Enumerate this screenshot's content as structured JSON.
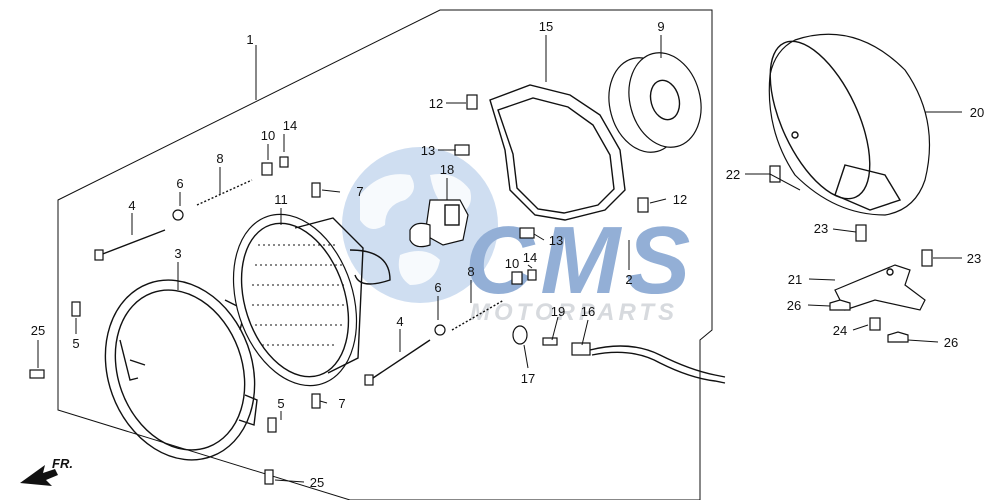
{
  "watermark": {
    "brand": "CMS",
    "subtitle": "MOTORPARTS",
    "colors": {
      "blue": "#3b6fb6",
      "light_blue": "#a9c4e6",
      "grey": "#b7bcc4"
    }
  },
  "direction_arrow": {
    "label": "FR.",
    "icon": "front-direction-arrow-icon"
  },
  "parts": [
    {
      "id": "p1",
      "number": "1",
      "name": "headlight-assembly-callout"
    },
    {
      "id": "p2",
      "number": "2",
      "name": "headlight-unit-callout"
    },
    {
      "id": "p3",
      "number": "3",
      "name": "headlight-rim-callout"
    },
    {
      "id": "p4a",
      "number": "4",
      "name": "adjusting-screw-callout"
    },
    {
      "id": "p4b",
      "number": "4",
      "name": "adjusting-screw-lower-callout"
    },
    {
      "id": "p5a",
      "number": "5",
      "name": "rim-screw-callout"
    },
    {
      "id": "p5b",
      "number": "5",
      "name": "rim-screw-lower-callout"
    },
    {
      "id": "p6a",
      "number": "6",
      "name": "washer-callout"
    },
    {
      "id": "p6b",
      "number": "6",
      "name": "washer-lower-callout"
    },
    {
      "id": "p7a",
      "number": "7",
      "name": "screw-callout"
    },
    {
      "id": "p7b",
      "number": "7",
      "name": "screw-lower-callout"
    },
    {
      "id": "p8a",
      "number": "8",
      "name": "spring-callout"
    },
    {
      "id": "p8b",
      "number": "8",
      "name": "spring-lower-callout"
    },
    {
      "id": "p9",
      "number": "9",
      "name": "bulb-socket-cover-callout"
    },
    {
      "id": "p10a",
      "number": "10",
      "name": "nut-callout"
    },
    {
      "id": "p10b",
      "number": "10",
      "name": "nut-lower-callout"
    },
    {
      "id": "p11",
      "number": "11",
      "name": "headlight-lens-callout"
    },
    {
      "id": "p12a",
      "number": "12",
      "name": "clip-callout"
    },
    {
      "id": "p12b",
      "number": "12",
      "name": "clip-right-callout"
    },
    {
      "id": "p13a",
      "number": "13",
      "name": "spring-clip-callout"
    },
    {
      "id": "p13b",
      "number": "13",
      "name": "spring-clip-lower-callout"
    },
    {
      "id": "p14a",
      "number": "14",
      "name": "collar-callout"
    },
    {
      "id": "p14b",
      "number": "14",
      "name": "collar-lower-callout"
    },
    {
      "id": "p15",
      "number": "15",
      "name": "bulb-retainer-callout"
    },
    {
      "id": "p16",
      "number": "16",
      "name": "position-bulb-socket-callout"
    },
    {
      "id": "p17",
      "number": "17",
      "name": "grommet-callout"
    },
    {
      "id": "p18",
      "number": "18",
      "name": "headlight-bulb-callout"
    },
    {
      "id": "p19",
      "number": "19",
      "name": "position-bulb-callout"
    },
    {
      "id": "p20",
      "number": "20",
      "name": "headlight-case-callout"
    },
    {
      "id": "p21",
      "number": "21",
      "name": "mounting-bracket-callout"
    },
    {
      "id": "p22",
      "number": "22",
      "name": "case-bolt-callout"
    },
    {
      "id": "p23a",
      "number": "23",
      "name": "bracket-bolt-callout"
    },
    {
      "id": "p23b",
      "number": "23",
      "name": "bracket-bolt-right-callout"
    },
    {
      "id": "p24",
      "number": "24",
      "name": "bracket-collar-callout"
    },
    {
      "id": "p25a",
      "number": "25",
      "name": "mounting-bolt-callout"
    },
    {
      "id": "p25b",
      "number": "25",
      "name": "mounting-bolt-lower-callout"
    },
    {
      "id": "p26a",
      "number": "26",
      "name": "bracket-nut-callout"
    },
    {
      "id": "p26b",
      "number": "26",
      "name": "bracket-nut-right-callout"
    }
  ]
}
